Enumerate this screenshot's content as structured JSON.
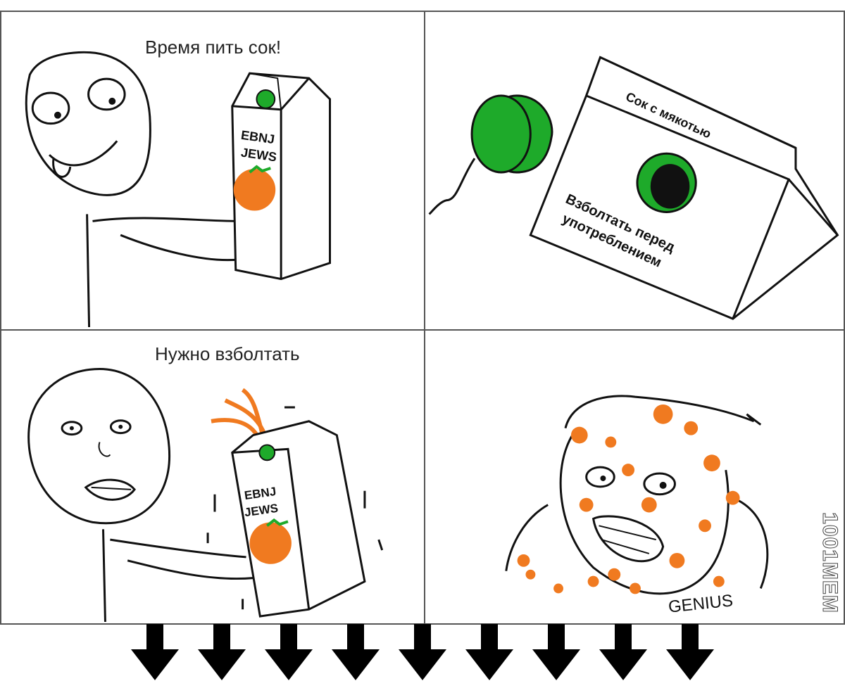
{
  "panels": [
    {
      "id": "p1",
      "caption": "Время пить сок!"
    },
    {
      "id": "p2",
      "box_top": "Сок с мякотью",
      "box_side": [
        "Взболтать перед",
        "употреблением"
      ]
    },
    {
      "id": "p3",
      "caption": "Нужно взболтать"
    },
    {
      "id": "p4",
      "scribble": "GENIUS"
    }
  ],
  "carton_label": [
    "EBNJ",
    "JEWS"
  ],
  "watermark": "1001MEM",
  "arrows": {
    "count": 9,
    "color": "#000000"
  },
  "colors": {
    "juice": "#f07a20",
    "cap": "#1eaa2a",
    "ink": "#111111"
  }
}
